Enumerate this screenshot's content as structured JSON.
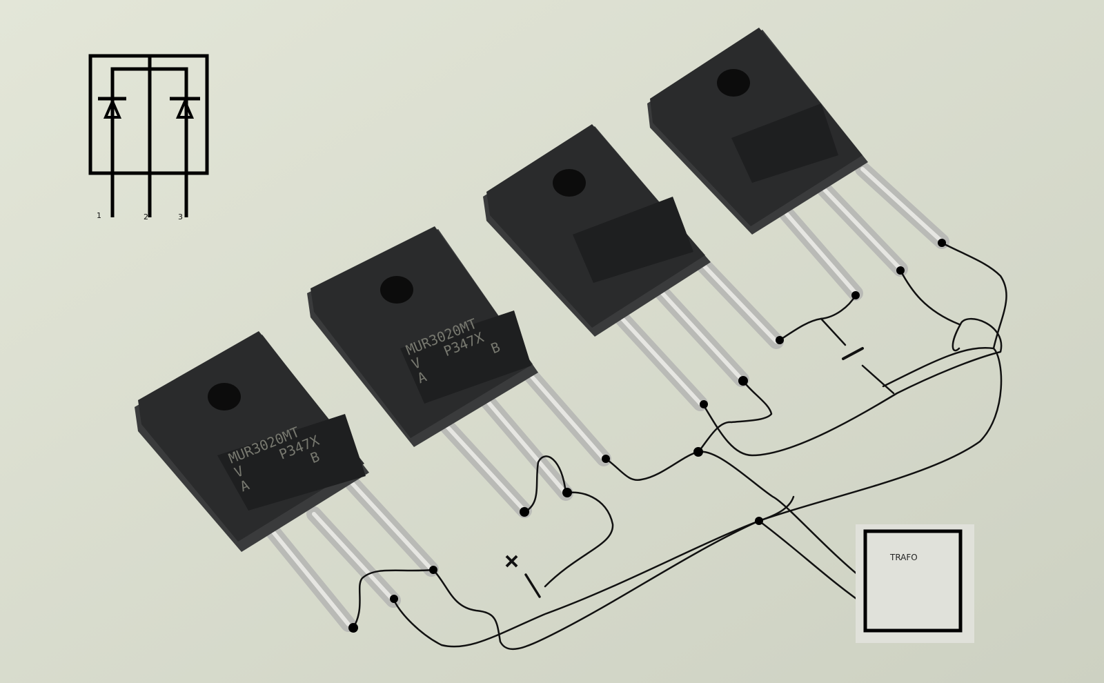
{
  "schematic": {
    "pins": [
      "1",
      "2",
      "3"
    ]
  },
  "transformer": {
    "label": "TRAFO"
  },
  "components": [
    {
      "marking_line1": "MUR3020MT",
      "marking_line2": [
        "V",
        "P347X"
      ],
      "marking_line3": [
        "A",
        "B"
      ]
    },
    {
      "marking_line1": "MUR3020MT",
      "marking_line2": [
        "V",
        "P347X"
      ],
      "marking_line3": [
        "A",
        "B"
      ]
    }
  ],
  "polarity": {
    "plus": "+",
    "minus": "−"
  },
  "colors": {
    "background": "#d9dccd",
    "package": "#2a2b2c",
    "ink": "#000000"
  }
}
